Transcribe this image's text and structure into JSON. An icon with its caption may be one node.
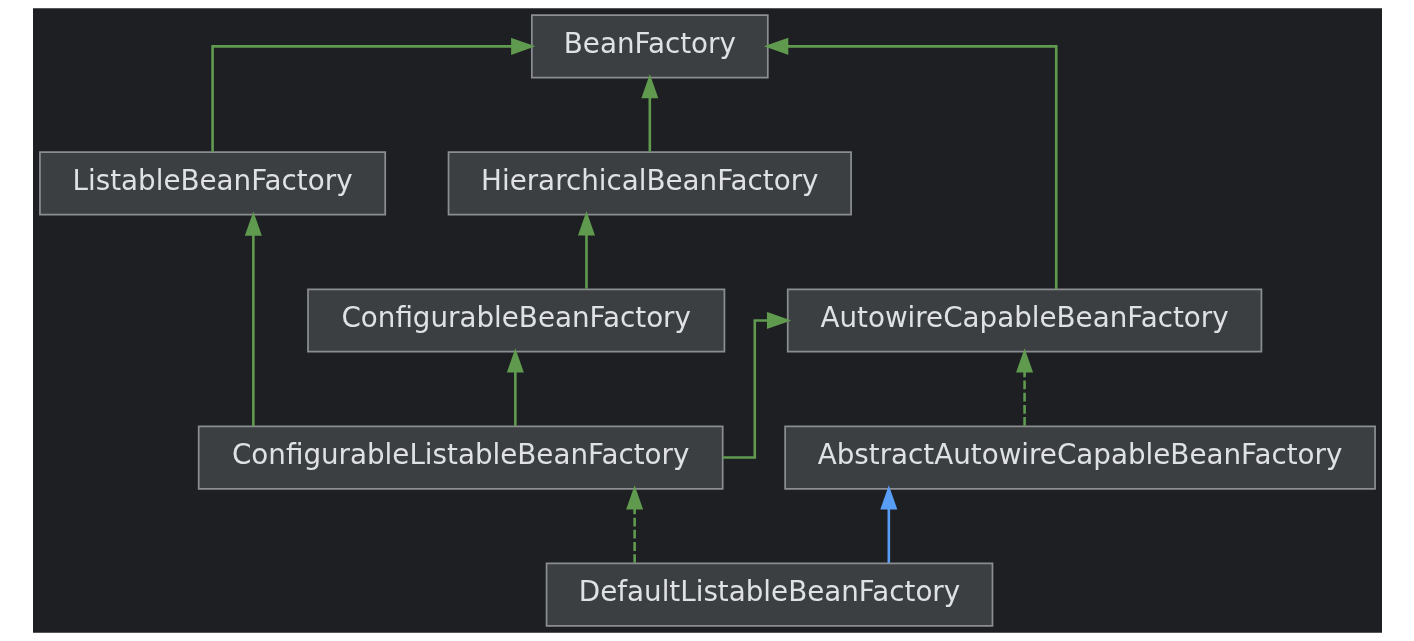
{
  "diagram": {
    "nodes": [
      {
        "text": [
          "BeanFactory"
        ]
      },
      {
        "text": [
          "HierarchicalBeanFactory"
        ]
      },
      {
        "text": [
          "ListableBeanFactory"
        ]
      },
      {
        "text": [
          "ConfigurableBeanFactory"
        ]
      },
      {
        "text": [
          "AutowireCapableBeanFactory"
        ]
      },
      {
        "text": [
          "ConfigurableListableBeanFactory"
        ]
      },
      {
        "text": [
          "AbstractAutowireCapableBeanFactory"
        ]
      },
      {
        "text": [
          "DefaultListableBeanFactory"
        ]
      }
    ],
    "edges": [
      {
        "from": 1,
        "to": 0,
        "arrow": "to"
      },
      {
        "from": 2,
        "to": 0,
        "arrow": "to"
      },
      {
        "from": 4,
        "to": 0,
        "arrow": "to"
      },
      {
        "from": 3,
        "to": 1,
        "arrow": "to"
      },
      {
        "from": 5,
        "to": 3,
        "arrow": "to"
      },
      {
        "from": 5,
        "to": 2,
        "arrow": "to"
      },
      {
        "from": 5,
        "to": 4,
        "arrow": "to"
      },
      {
        "from": 6,
        "to": 4,
        "arrow": "to",
        "style": "dashed"
      },
      {
        "from": 7,
        "to": 5,
        "arrow": "to",
        "style": "dashed"
      },
      {
        "from": 7,
        "to": 6,
        "arrow": "to",
        "color": "#589df6"
      }
    ]
  }
}
